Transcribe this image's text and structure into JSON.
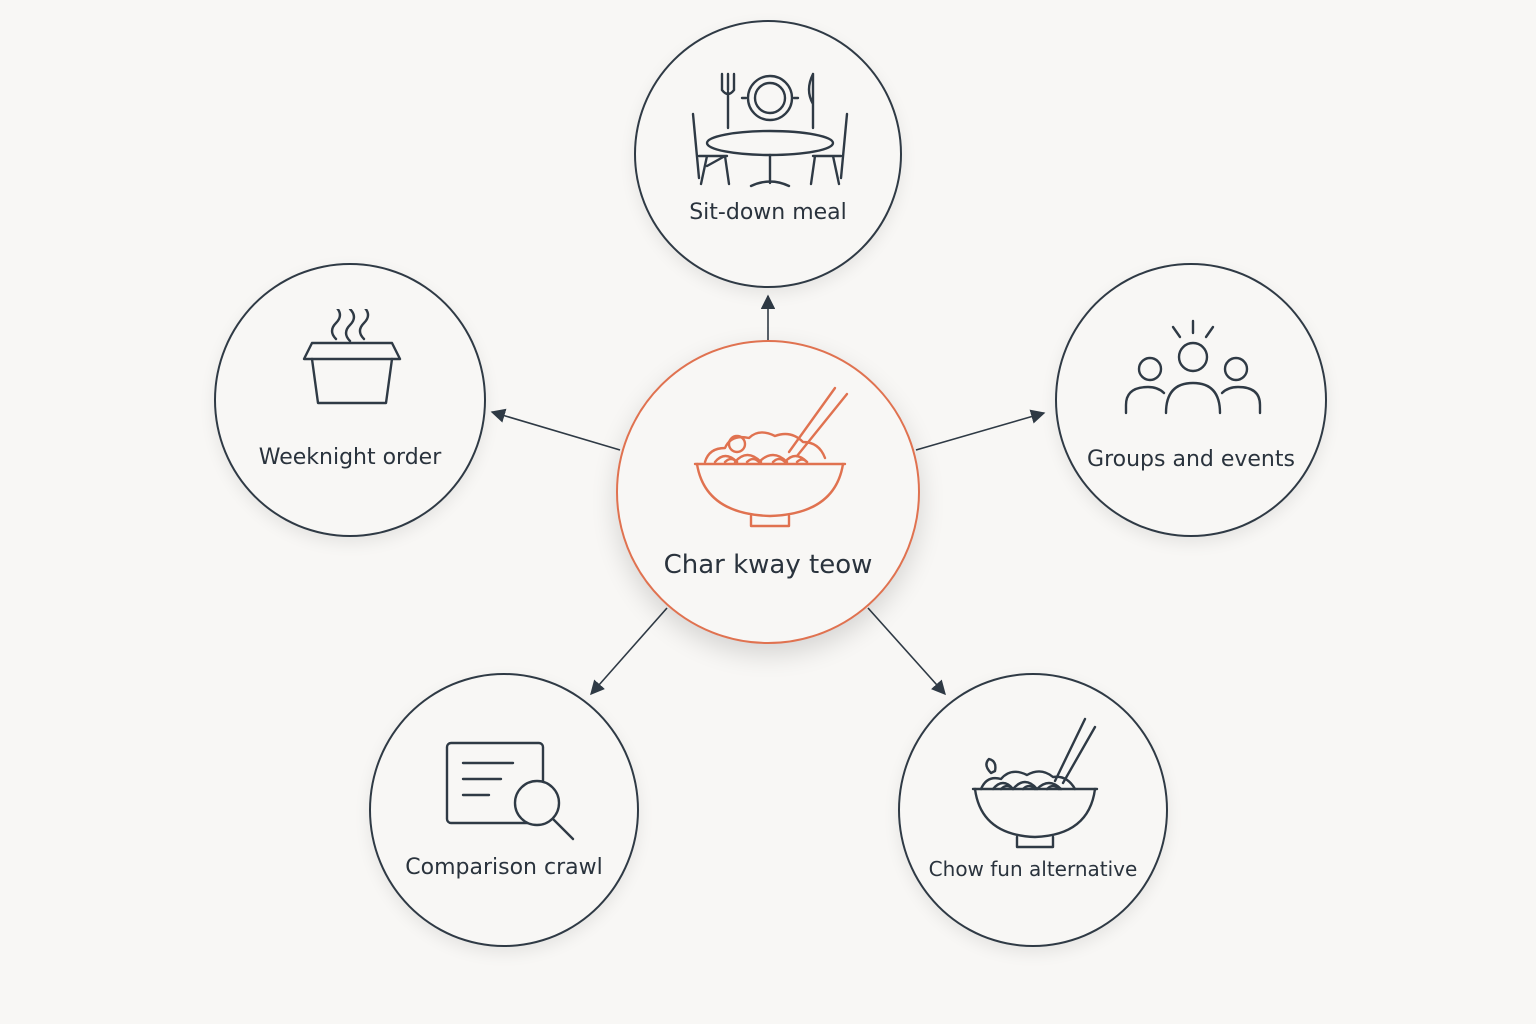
{
  "center": {
    "label": "Char kway teow",
    "icon": "noodle-bowl-chopsticks-icon"
  },
  "satellites": [
    {
      "id": "sit-down",
      "label": "Sit-down meal",
      "icon": "place-setting-table-icon"
    },
    {
      "id": "weeknight",
      "label": "Weeknight order",
      "icon": "takeout-container-icon"
    },
    {
      "id": "groups",
      "label": "Groups and events",
      "icon": "group-people-icon"
    },
    {
      "id": "comparison",
      "label": "Comparison crawl",
      "icon": "document-search-icon"
    },
    {
      "id": "chow-fun",
      "label": "Chow fun alternative",
      "icon": "noodle-bowl-icon"
    }
  ],
  "colors": {
    "accent": "#e07250",
    "ink": "#2f3a45",
    "background": "#f8f7f5"
  }
}
